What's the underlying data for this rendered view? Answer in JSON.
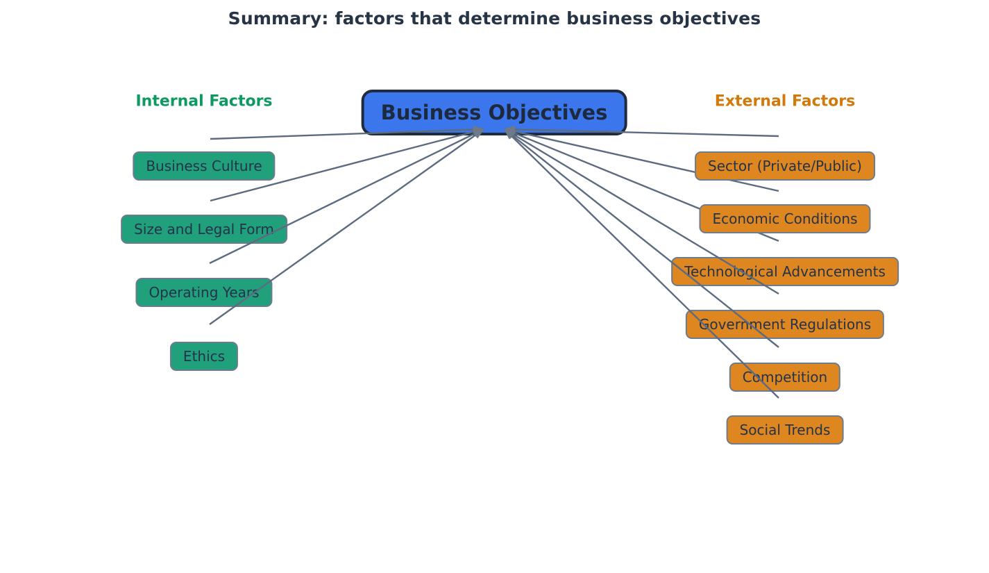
{
  "title": "Summary: factors that determine business objectives",
  "diagram": {
    "center": {
      "label": "Business Objectives"
    },
    "internal": {
      "heading": "Internal Factors",
      "items": [
        "Business Culture",
        "Size and Legal Form",
        "Operating Years",
        "Ethics"
      ]
    },
    "external": {
      "heading": "External Factors",
      "items": [
        "Sector (Private/Public)",
        "Economic Conditions",
        "Technological Advancements",
        "Government Regulations",
        "Competition",
        "Social Trends"
      ]
    },
    "edges": [
      {
        "from": "Business Culture",
        "to": "Business Objectives"
      },
      {
        "from": "Size and Legal Form",
        "to": "Business Objectives"
      },
      {
        "from": "Operating Years",
        "to": "Business Objectives"
      },
      {
        "from": "Ethics",
        "to": "Business Objectives"
      },
      {
        "from": "Sector (Private/Public)",
        "to": "Business Objectives"
      },
      {
        "from": "Economic Conditions",
        "to": "Business Objectives"
      },
      {
        "from": "Technological Advancements",
        "to": "Business Objectives"
      },
      {
        "from": "Government Regulations",
        "to": "Business Objectives"
      },
      {
        "from": "Competition",
        "to": "Business Objectives"
      },
      {
        "from": "Social Trends",
        "to": "Business Objectives"
      }
    ]
  },
  "colors": {
    "title_text": "#263445",
    "center_fill": "#3b76ec",
    "center_border": "#1f2c3d",
    "internal_heading": "#0d9a62",
    "internal_fill": "#20a17b",
    "external_heading": "#d2790c",
    "external_fill": "#de861f",
    "box_border": "#6e7b8c",
    "box_text": "#25334a",
    "arrow": "#5d6b80",
    "arrowhead": "#6d7a89"
  }
}
